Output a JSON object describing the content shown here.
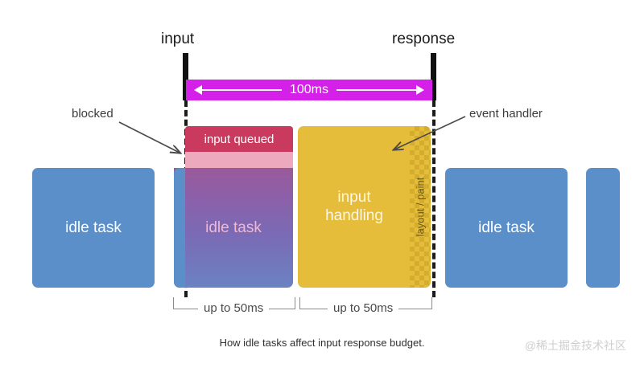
{
  "diagram": {
    "caption": "How idle tasks affect input response budget.",
    "watermark": "@稀土掘金技术社区",
    "markers": {
      "input_label": "input",
      "response_label": "response"
    },
    "budget_band": {
      "duration_label": "100ms",
      "color": "#d420e8",
      "arrow_left": "left-arrow-icon",
      "arrow_right": "right-arrow-icon"
    },
    "blocks": [
      {
        "id": "idle-left",
        "label": "idle task",
        "color": "#5b8fc9"
      },
      {
        "id": "input-queued",
        "label": "input queued",
        "color": "#c93a5e"
      },
      {
        "id": "idle-middle",
        "label": "idle task",
        "color": "#8d5fa8"
      },
      {
        "id": "input-handling",
        "label": "input\nhandling",
        "color": "#e5bd3a"
      },
      {
        "id": "layout-paint",
        "label": "layout / paint",
        "color": "#e5bd3a"
      },
      {
        "id": "idle-right",
        "label": "idle task",
        "color": "#5b8fc9"
      },
      {
        "id": "idle-partial",
        "label": "",
        "color": "#5b8fc9"
      }
    ],
    "block_labels": {
      "idle_left": "idle task",
      "input_queued": "input queued",
      "idle_middle": "idle task",
      "input_handling_line1": "input",
      "input_handling_line2": "handling",
      "layout_paint": "layout / paint",
      "idle_right": "idle task"
    },
    "callouts": {
      "blocked": "blocked",
      "event_handler": "event handler"
    },
    "brackets": {
      "left_label": "up to 50ms",
      "right_label": "up to 50ms"
    }
  }
}
